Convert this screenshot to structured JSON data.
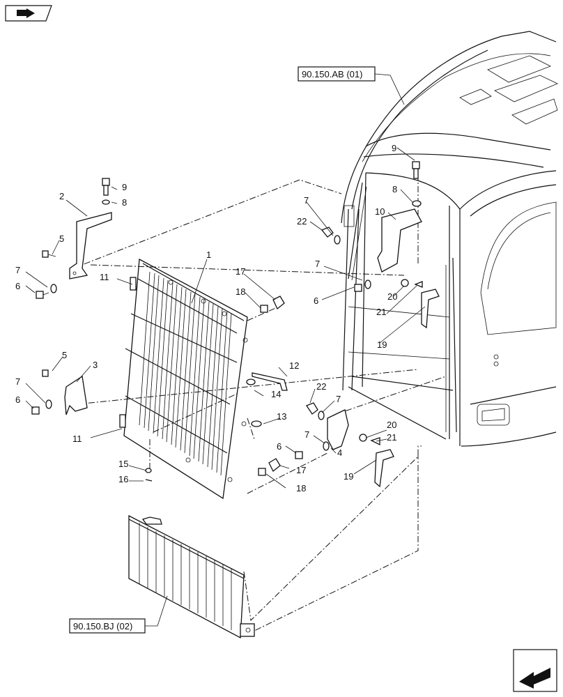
{
  "references": {
    "cab": "90.150.AB (01)",
    "lower_guard": "90.150.BJ (02)"
  },
  "callouts": {
    "c1": "1",
    "c2": "2",
    "c3": "3",
    "c4": "4",
    "c5a": "5",
    "c5b": "5",
    "c6a": "6",
    "c6b": "6",
    "c6c": "6",
    "c6d": "6",
    "c7a": "7",
    "c7b": "7",
    "c7c": "7",
    "c7d": "7",
    "c7e": "7",
    "c7f": "7",
    "c8a": "8",
    "c8b": "8",
    "c9a": "9",
    "c9b": "9",
    "c10": "10",
    "c11a": "11",
    "c11b": "11",
    "c12": "12",
    "c13": "13",
    "c14": "14",
    "c15": "15",
    "c16": "16",
    "c17a": "17",
    "c17b": "17",
    "c18a": "18",
    "c18b": "18",
    "c19a": "19",
    "c19b": "19",
    "c20a": "20",
    "c20b": "20",
    "c21a": "21",
    "c21b": "21",
    "c22a": "22",
    "c22b": "22"
  },
  "icons": {
    "top_left": "book-pointer-icon",
    "bottom_right": "navigation-arrow-icon"
  }
}
